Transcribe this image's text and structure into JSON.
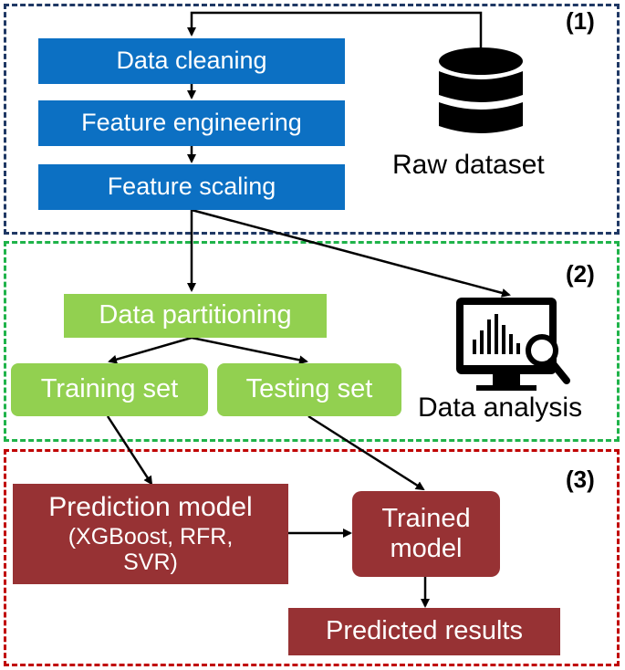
{
  "sections": [
    {
      "number": "(1)",
      "color": "#1f3864"
    },
    {
      "number": "(2)",
      "color": "#1fb34a"
    },
    {
      "number": "(3)",
      "color": "#c00000"
    }
  ],
  "preprocessing": {
    "steps": [
      "Data cleaning",
      "Feature engineering",
      "Feature scaling"
    ],
    "source_label": "Raw dataset",
    "source_icon": "database-icon"
  },
  "partitioning": {
    "title": "Data partitioning",
    "training": "Training set",
    "testing": "Testing set",
    "analysis_label": "Data analysis",
    "analysis_icon": "monitor-chart-magnifier-icon"
  },
  "modeling": {
    "model_title": "Prediction model",
    "model_subtitle": "(XGBoost, RFR, SVR)",
    "trained_line1": "Trained",
    "trained_line2": "model",
    "results": "Predicted results"
  },
  "colors": {
    "blue_box": "#0c70c3",
    "green_box": "#92d050",
    "red_box": "#973234"
  }
}
